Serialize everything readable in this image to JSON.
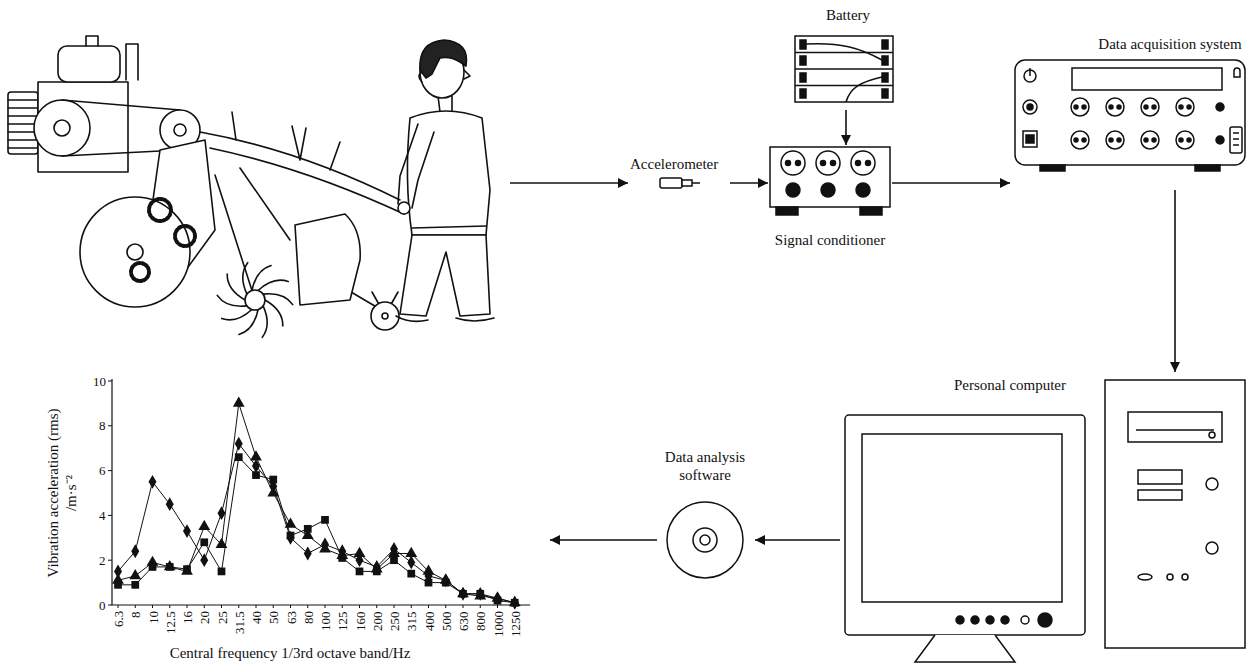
{
  "diagram": {
    "nodes": [
      {
        "text": [
          "Battery"
        ]
      },
      {
        "text": [
          "Accelerometer"
        ]
      },
      {
        "text": [
          "Signal conditioner"
        ]
      },
      {
        "text": [
          "Data acquisition system"
        ]
      },
      {
        "text": [
          "Personal computer"
        ]
      },
      {
        "text": [
          "Data analysis software"
        ]
      },
      {
        "text": [
          "Vibration acceleration (rms) /m·s⁻²",
          "Central frequency 1/3rd octave band/Hz"
        ]
      }
    ],
    "edges": [
      {
        "from": 1,
        "to": 2,
        "arrow": "to"
      },
      {
        "from": 0,
        "to": 2,
        "arrow": "to"
      },
      {
        "from": 2,
        "to": 3,
        "arrow": "to"
      },
      {
        "from": 3,
        "to": 4,
        "arrow": "to"
      },
      {
        "from": 4,
        "to": 5,
        "arrow": "to"
      },
      {
        "from": 5,
        "to": 6,
        "arrow": "to"
      }
    ],
    "labels": [
      "0",
      "2",
      "4",
      "6",
      "8",
      "10",
      "6.3",
      "8",
      "10",
      "12.5",
      "16",
      "20",
      "25",
      "31.5",
      "40",
      "50",
      "63",
      "80",
      "100",
      "125",
      "160",
      "200",
      "250",
      "315",
      "400",
      "500",
      "630",
      "800",
      "1000",
      "1250"
    ]
  }
}
